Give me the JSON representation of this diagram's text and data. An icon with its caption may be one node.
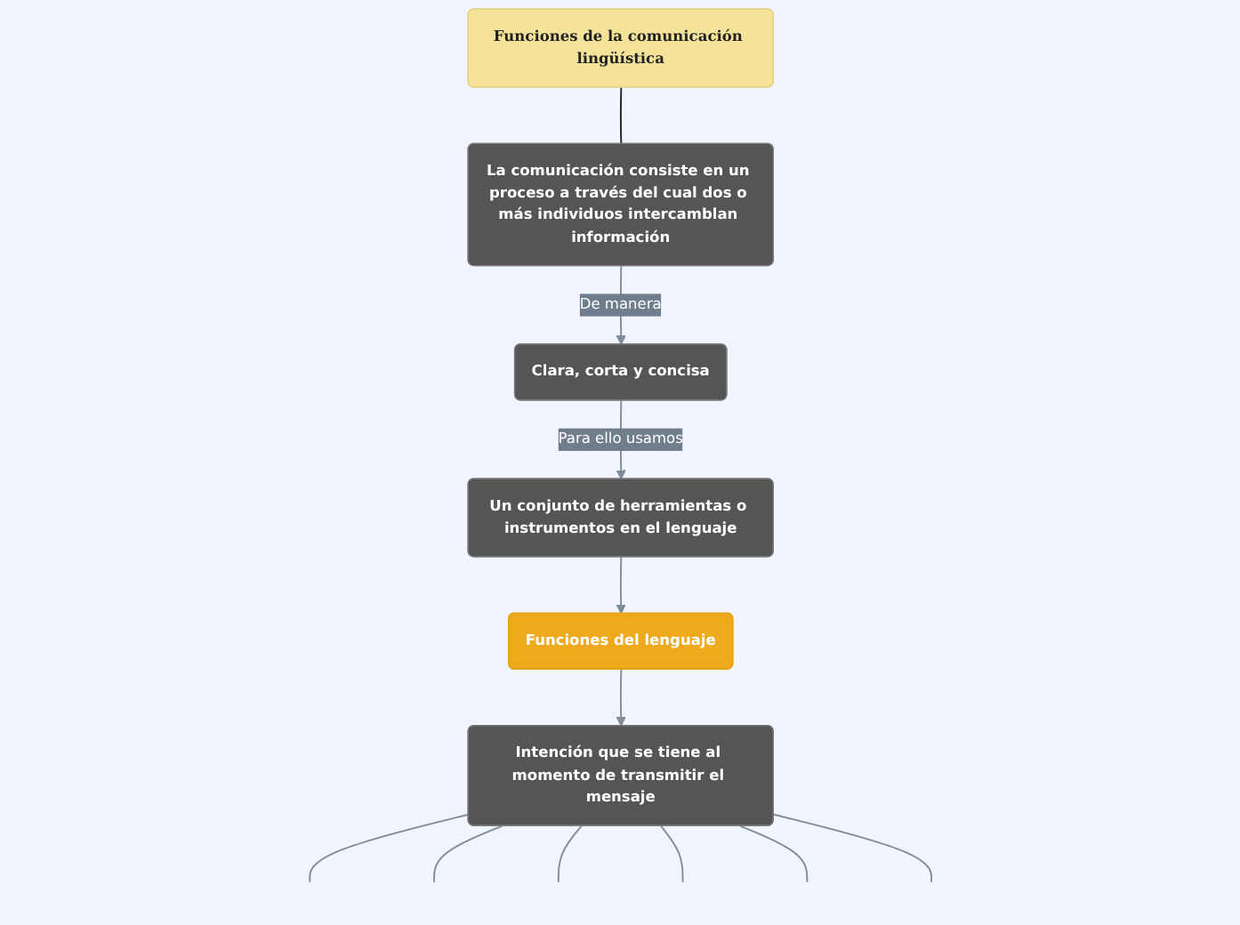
{
  "diagram": {
    "nodes": [
      {
        "text": [
          "Funciones de la comunicación lingüística"
        ]
      },
      {
        "text": [
          "La comunicación consiste en un proceso a través del cual dos o más individuos intercamblan información"
        ]
      },
      {
        "text": [
          "Clara, corta y concisa"
        ]
      },
      {
        "text": [
          "Un conjunto de herramientas o instrumentos en el lenguaje"
        ]
      },
      {
        "text": [
          "Funciones del lenguaje"
        ]
      },
      {
        "text": [
          "Intención que se tiene al momento de transmitir el mensaje"
        ]
      }
    ],
    "edges": [
      {
        "from": 0,
        "to": 1,
        "arrow": "none",
        "color": "#222222"
      },
      {
        "from": 1,
        "to": 2,
        "arrow": "to",
        "label": "De manera"
      },
      {
        "from": 2,
        "to": 3,
        "arrow": "to",
        "label": "Para ello usamos"
      },
      {
        "from": 3,
        "to": 4,
        "arrow": "to"
      },
      {
        "from": 4,
        "to": 5,
        "arrow": "to"
      },
      {
        "from": 5,
        "to": null,
        "arrow": "none"
      },
      {
        "from": 5,
        "to": null,
        "arrow": "none"
      },
      {
        "from": 5,
        "to": null,
        "arrow": "none"
      },
      {
        "from": 5,
        "to": null,
        "arrow": "none"
      },
      {
        "from": 5,
        "to": null,
        "arrow": "none"
      },
      {
        "from": 5,
        "to": null,
        "arrow": "none"
      }
    ]
  }
}
